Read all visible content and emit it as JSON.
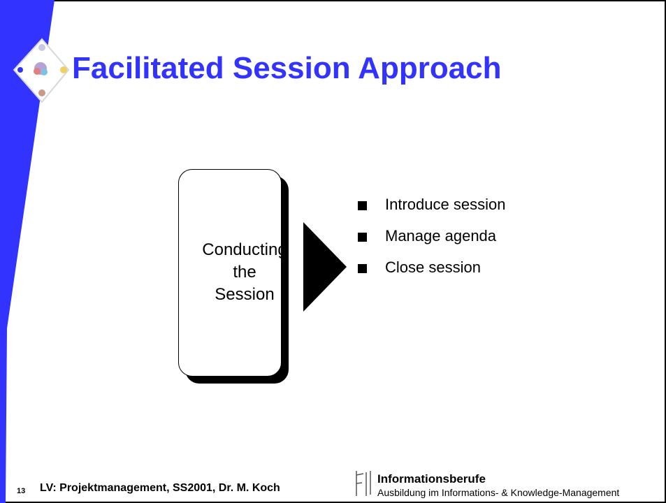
{
  "slide": {
    "title": "Facilitated Session Approach",
    "box_lines": [
      "Conducting",
      "the",
      "Session"
    ],
    "bullets": [
      "Introduce session",
      "Manage agenda",
      "Close session"
    ]
  },
  "footer": {
    "slide_number": "13",
    "course": "LV: Projektmanagement, SS2001, Dr. M. Koch",
    "org_name": "Informationsberufe",
    "org_subtitle": "Ausbildung im Informations- & Knowledge-Management"
  },
  "colors": {
    "title": "#3333ff",
    "left_band": "#3333ff",
    "background": "#ffffff",
    "text": "#000000"
  },
  "icons": [
    "process-diagram-icon",
    "arrow-right-icon",
    "fil-logo-icon"
  ]
}
